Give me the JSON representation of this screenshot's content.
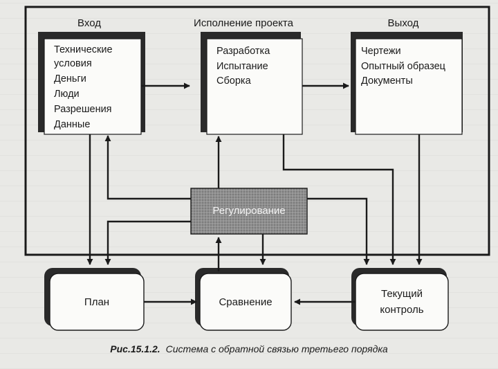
{
  "diagram": {
    "input": {
      "header": "Вход",
      "items": [
        "Технические",
        "условия",
        "Деньги",
        "Люди",
        "Разрешения",
        "Данные"
      ]
    },
    "execution": {
      "header": "Исполнение проекта",
      "items": [
        "Разработка",
        "Испытание",
        "Сборка"
      ]
    },
    "output": {
      "header": "Выход",
      "items": [
        "Чертежи",
        "Опытный образец",
        "Документы"
      ]
    },
    "regulation": "Регулирование",
    "plan": "План",
    "comparison": "Сравнение",
    "monitoring": [
      "Текущий",
      "контроль"
    ]
  },
  "caption": {
    "number": "Рис.15.1.2.",
    "text": "Система с обратной связью третьего порядка"
  }
}
